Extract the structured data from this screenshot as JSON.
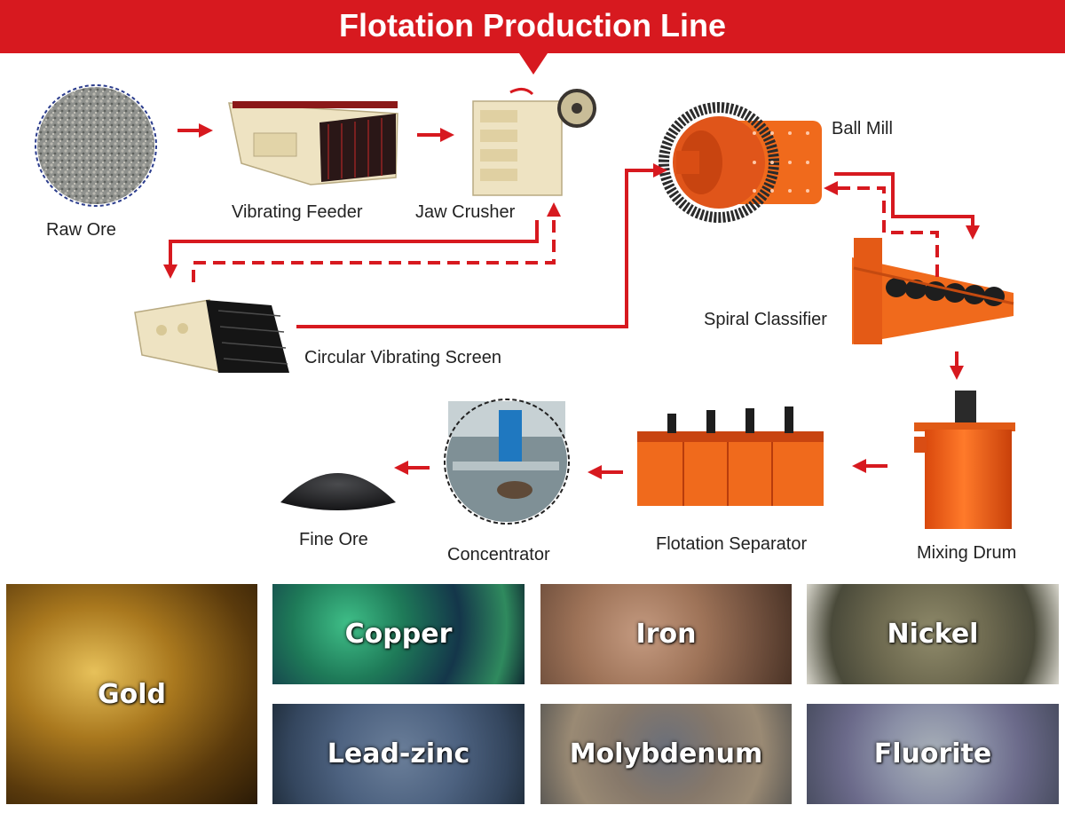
{
  "header": {
    "title": "Flotation Production Line"
  },
  "equipment": {
    "raw_ore": "Raw Ore",
    "vibrating_feeder": "Vibrating Feeder",
    "jaw_crusher": "Jaw Crusher",
    "ball_mill": "Ball Mill",
    "circular_vibrating_screen": "Circular Vibrating Screen",
    "spiral_classifier": "Spiral Classifier",
    "mixing_drum": "Mixing Drum",
    "flotation_separator": "Flotation Separator",
    "concentrator": "Concentrator",
    "fine_ore": "Fine Ore"
  },
  "minerals": [
    "Gold",
    "Copper",
    "Iron",
    "Nickel",
    "Lead-zinc",
    "Molybdenum",
    "Fluorite"
  ],
  "colors": {
    "accent": "#d7191f",
    "machine_orange": "#f06a1c",
    "machine_cream": "#eee3c2"
  }
}
